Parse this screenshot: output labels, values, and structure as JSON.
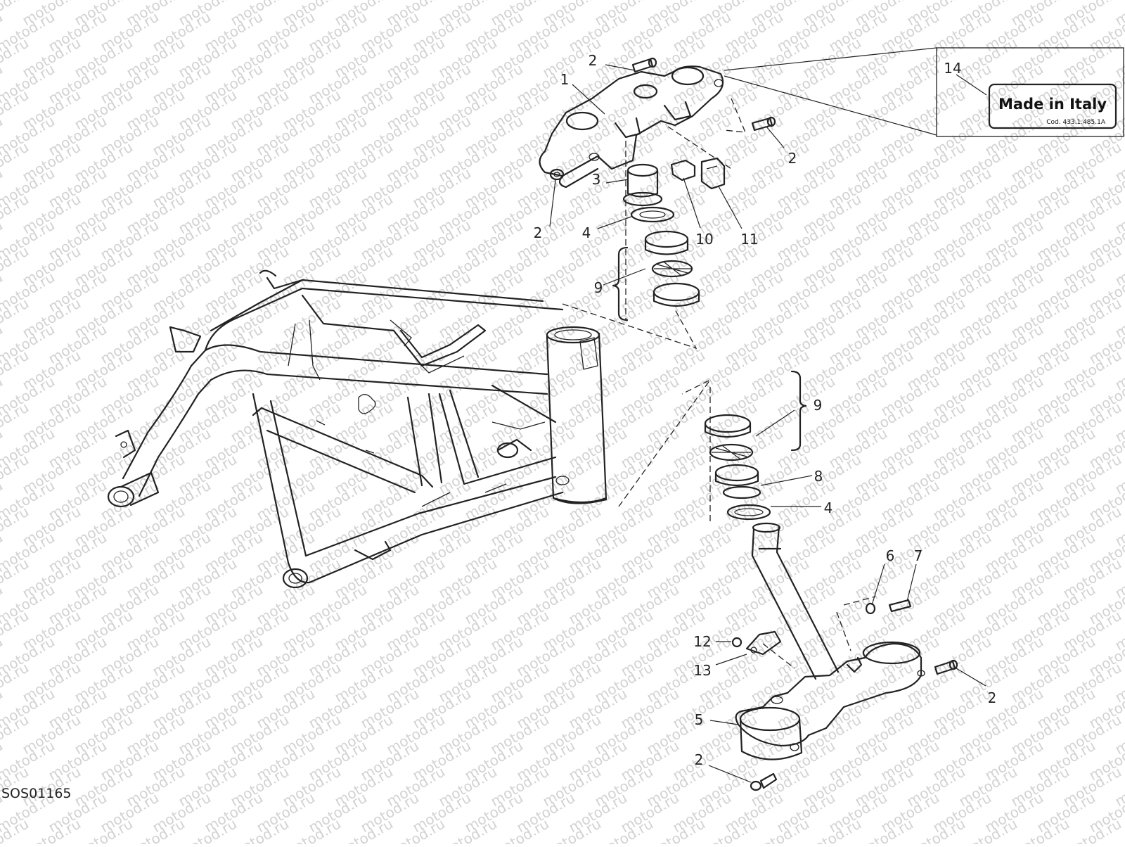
{
  "watermark": {
    "text": "motod.ru"
  },
  "document_code": "SOS01165",
  "callouts": [
    {
      "id": "c-1",
      "text": "1"
    },
    {
      "id": "c-2a",
      "text": "2"
    },
    {
      "id": "c-2b",
      "text": "2"
    },
    {
      "id": "c-2c",
      "text": "2"
    },
    {
      "id": "c-2d",
      "text": "2"
    },
    {
      "id": "c-2e",
      "text": "2"
    },
    {
      "id": "c-3",
      "text": "3"
    },
    {
      "id": "c-4a",
      "text": "4"
    },
    {
      "id": "c-4b",
      "text": "4"
    },
    {
      "id": "c-5",
      "text": "5"
    },
    {
      "id": "c-6",
      "text": "6"
    },
    {
      "id": "c-7",
      "text": "7"
    },
    {
      "id": "c-8",
      "text": "8"
    },
    {
      "id": "c-9a",
      "text": "9"
    },
    {
      "id": "c-9b",
      "text": "9"
    },
    {
      "id": "c-10",
      "text": "10"
    },
    {
      "id": "c-11",
      "text": "11"
    },
    {
      "id": "c-12",
      "text": "12"
    },
    {
      "id": "c-13",
      "text": "13"
    },
    {
      "id": "c-14",
      "text": "14"
    }
  ],
  "label_plate": {
    "title": "Made in Italy",
    "code": "Cod. 433.1.485.1A"
  }
}
